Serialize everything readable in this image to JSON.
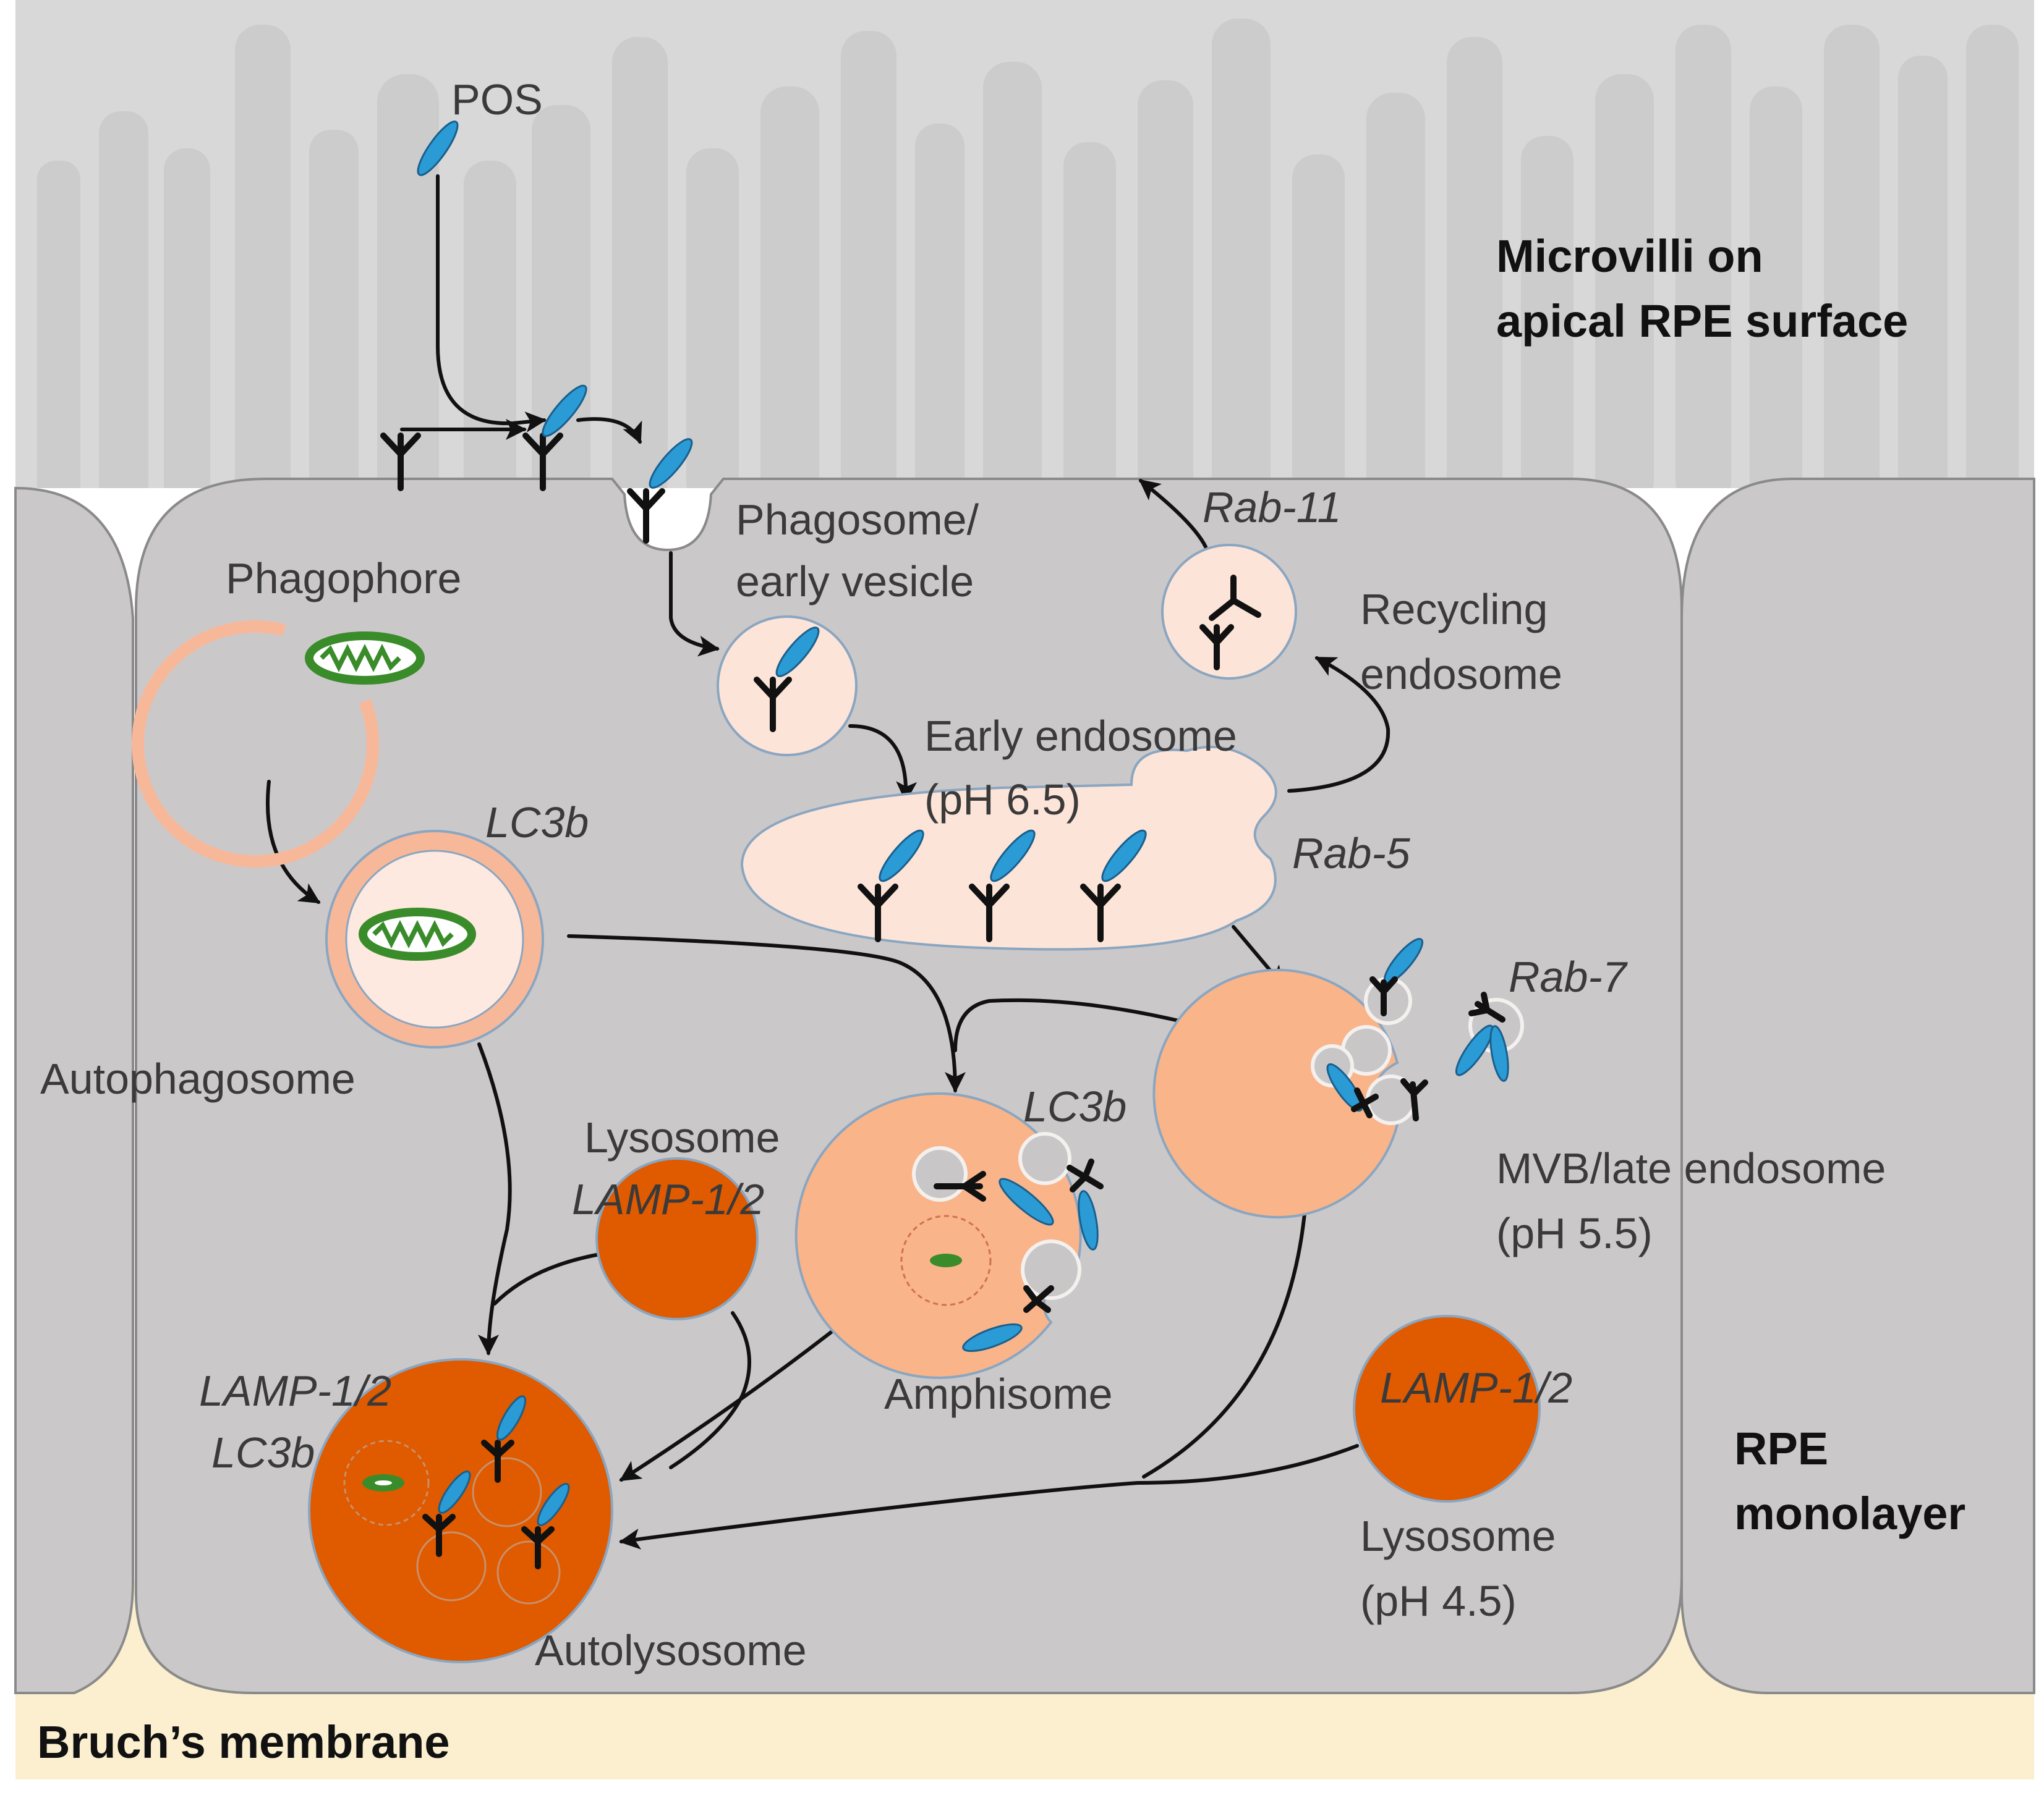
{
  "labels": {
    "pos": "POS",
    "microvilli_1": "Microvilli on",
    "microvilli_2": "apical RPE surface",
    "phagosome_1": "Phagosome/",
    "phagosome_2": "early vesicle",
    "rab11": "Rab-11",
    "recycling_1": "Recycling",
    "recycling_2": "endosome",
    "phagophore": "Phagophore",
    "early_endosome_1": "Early endosome",
    "early_endosome_2": "(pH 6.5)",
    "rab5": "Rab-5",
    "lc3b_autophagosome": "LC3b",
    "rab7": "Rab-7",
    "autophagosome": "Autophagosome",
    "lysosome_top_1": "Lysosome",
    "lysosome_top_2": "LAMP-1/2",
    "lc3b_amphisome": "LC3b",
    "mvb_1": "MVB/late endosome",
    "mvb_2": "(pH 5.5)",
    "amphisome": "Amphisome",
    "autolysosome_lamp": "LAMP-1/2",
    "autolysosome_lc3b": "LC3b",
    "lysosome_right_lamp": "LAMP-1/2",
    "rpe_1": "RPE",
    "rpe_2": "monolayer",
    "lysosome_right_1": "Lysosome",
    "lysosome_right_2": "(pH 4.5)",
    "autolysosome": "Autolysosome",
    "bruch": "Bruch’s membrane"
  },
  "colors": {
    "microvilli_background": "#d8d8d8",
    "microvilli": "#cccccc",
    "cell": "#cbc8ca",
    "bruch_membrane": "#fbefcf",
    "vesicle_light": "#fde4d8",
    "vesicle_medium": "#f9b48a",
    "lysosome": "#e05a00",
    "pos": "#2b9bd6",
    "mitochondrion": "#3a8c2a"
  }
}
